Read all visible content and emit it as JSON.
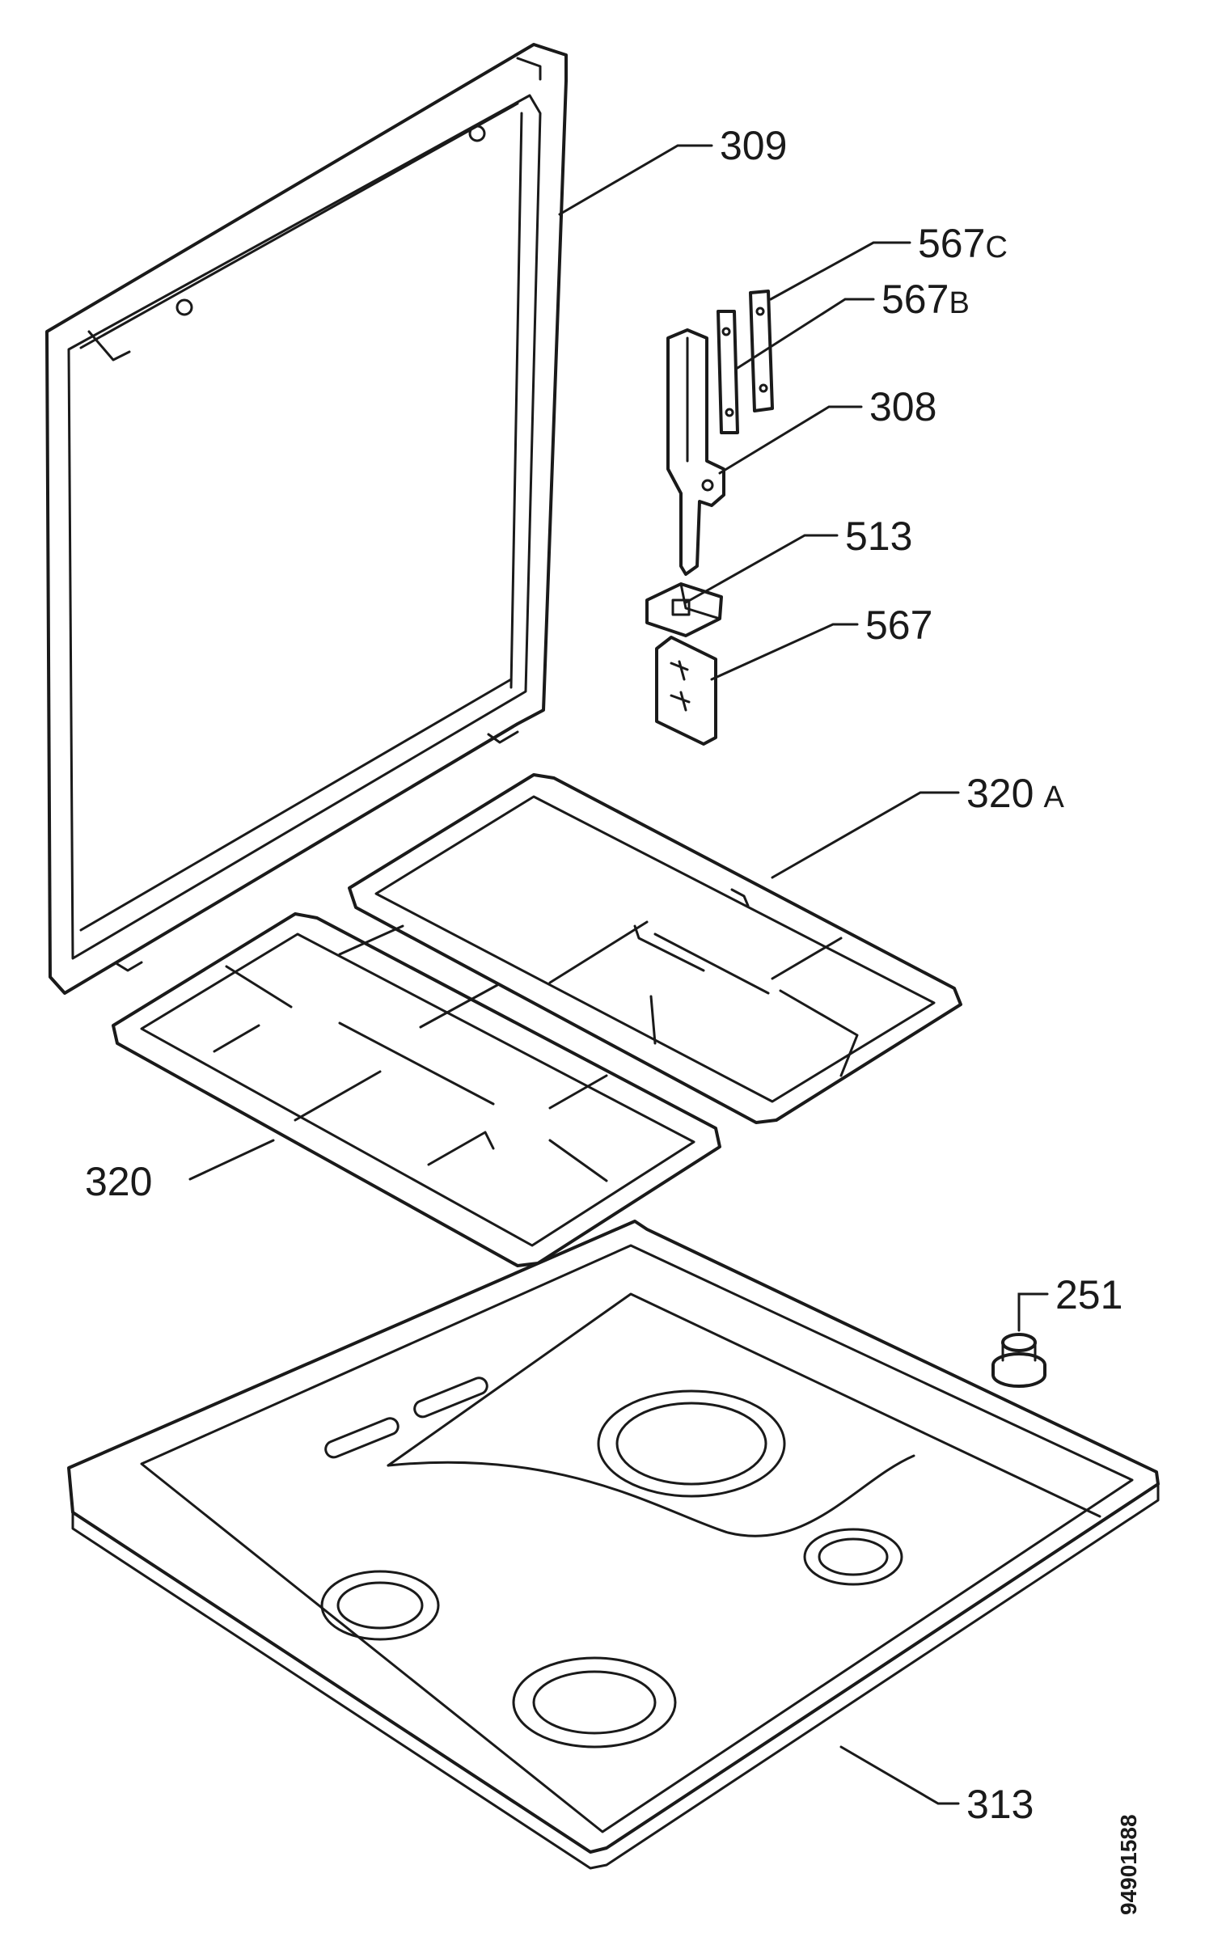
{
  "labels": {
    "l309": "309",
    "l567c_num": "567",
    "l567c_suf": "C",
    "l567b_num": "567",
    "l567b_suf": "B",
    "l308": "308",
    "l513": "513",
    "l567": "567",
    "l320a_num": "320",
    "l320a_suf": "A",
    "l320": "320",
    "l251": "251",
    "l313": "313"
  },
  "drawing_code": "94901588",
  "colors": {
    "line": "#1a1a1a",
    "background": "#ffffff"
  }
}
